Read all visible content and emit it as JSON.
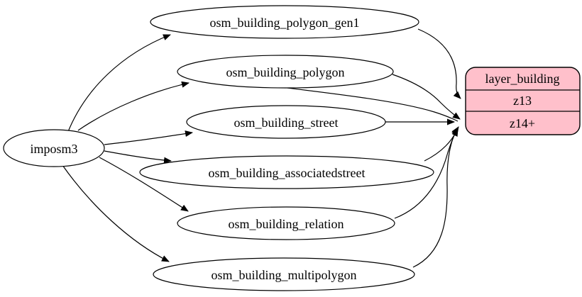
{
  "diagram": {
    "kind": "etl-mapping-graph",
    "source_node": {
      "label": "imposm3"
    },
    "table_nodes": [
      {
        "label": "osm_building_polygon_gen1"
      },
      {
        "label": "osm_building_polygon"
      },
      {
        "label": "osm_building_street"
      },
      {
        "label": "osm_building_associatedstreet"
      },
      {
        "label": "osm_building_relation"
      },
      {
        "label": "osm_building_multipolygon"
      }
    ],
    "layer_node": {
      "title": "layer_building",
      "rows": [
        "z13",
        "z14+"
      ],
      "fill": "#ffc0cb",
      "stroke": "#000000"
    },
    "edges": [
      {
        "from": "imposm3",
        "to": "osm_building_polygon_gen1"
      },
      {
        "from": "imposm3",
        "to": "osm_building_polygon"
      },
      {
        "from": "imposm3",
        "to": "osm_building_street"
      },
      {
        "from": "imposm3",
        "to": "osm_building_associatedstreet"
      },
      {
        "from": "imposm3",
        "to": "osm_building_relation"
      },
      {
        "from": "imposm3",
        "to": "osm_building_multipolygon"
      },
      {
        "from": "osm_building_polygon_gen1",
        "to": "layer_building:z13"
      },
      {
        "from": "osm_building_polygon",
        "to": "layer_building:z14+"
      },
      {
        "from": "osm_building_street",
        "to": "layer_building:z14+"
      },
      {
        "from": "osm_building_associatedstreet",
        "to": "layer_building:z14+"
      },
      {
        "from": "osm_building_relation",
        "to": "layer_building:z14+"
      },
      {
        "from": "osm_building_multipolygon",
        "to": "layer_building:z14+"
      }
    ],
    "colors": {
      "background": "#ffffff",
      "edge": "#000000",
      "table_fill": "#ffffff",
      "layer_fill": "#ffc0cb"
    }
  }
}
